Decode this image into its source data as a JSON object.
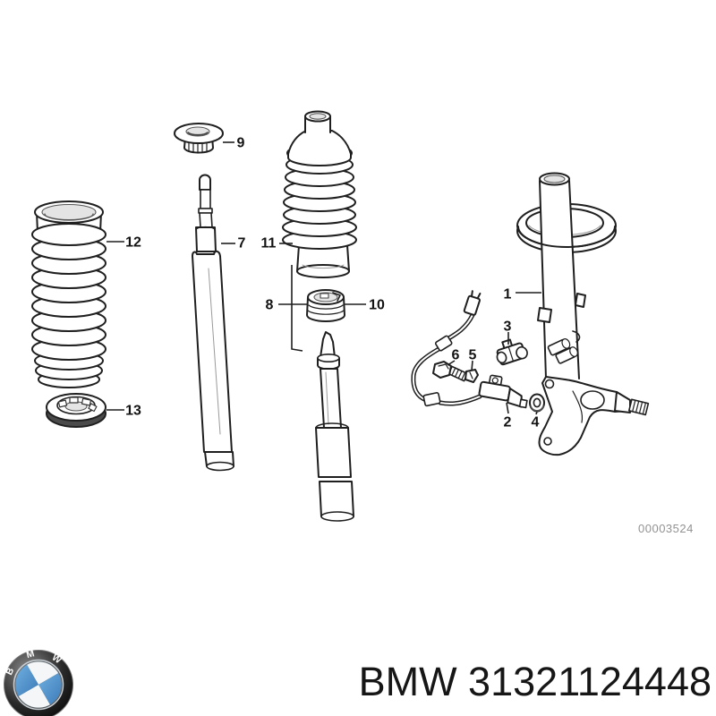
{
  "watermark": {
    "drawing_number": "00003524"
  },
  "footer": {
    "text": "BMW 31321124448",
    "brand": "BMW",
    "part_number": "31321124448"
  },
  "logo": {
    "letters": [
      "B",
      "M",
      "W"
    ],
    "blue": "#4b8fc9",
    "ring_color": "#000000",
    "letter_color": "#ffffff"
  },
  "diagram": {
    "line_color": "#1f1f1f",
    "label_color": "#121212",
    "callouts": [
      {
        "n": "1",
        "t": [
          567,
          328
        ],
        "l": [
          576,
          327,
          605,
          327
        ]
      },
      {
        "n": "2",
        "t": [
          567,
          471
        ],
        "l": [
          568,
          462,
          566,
          450
        ]
      },
      {
        "n": "3",
        "t": [
          567,
          364
        ],
        "l": [
          568,
          371,
          568,
          385
        ]
      },
      {
        "n": "4",
        "t": [
          598,
          471
        ],
        "l": [
          599,
          463,
          600,
          460
        ]
      },
      {
        "n": "5",
        "t": [
          528,
          396
        ],
        "l": [
          528,
          403,
          527,
          414
        ]
      },
      {
        "n": "6",
        "t": [
          509,
          396
        ],
        "l": [
          508,
          403,
          500,
          408
        ]
      },
      {
        "n": "7",
        "t": [
          270,
          271
        ],
        "l": [
          247,
          272,
          263,
          272
        ]
      },
      {
        "n": "8",
        "t": [
          301,
          340
        ],
        "l": [
          311,
          340,
          344,
          340
        ]
      },
      {
        "n": "9",
        "t": [
          269,
          159
        ],
        "l": [
          249,
          159,
          262,
          159
        ]
      },
      {
        "n": "10",
        "t": [
          421,
          340
        ],
        "l": [
          385,
          340,
          409,
          340
        ]
      },
      {
        "n": "11",
        "t": [
          300,
          271
        ],
        "l": [
          312,
          272,
          327,
          272
        ]
      },
      {
        "n": "12",
        "t": [
          149,
          270
        ],
        "l": [
          119,
          270,
          139,
          270
        ]
      },
      {
        "n": "13",
        "t": [
          149,
          458
        ],
        "l": [
          119,
          458,
          139,
          458
        ]
      }
    ]
  }
}
